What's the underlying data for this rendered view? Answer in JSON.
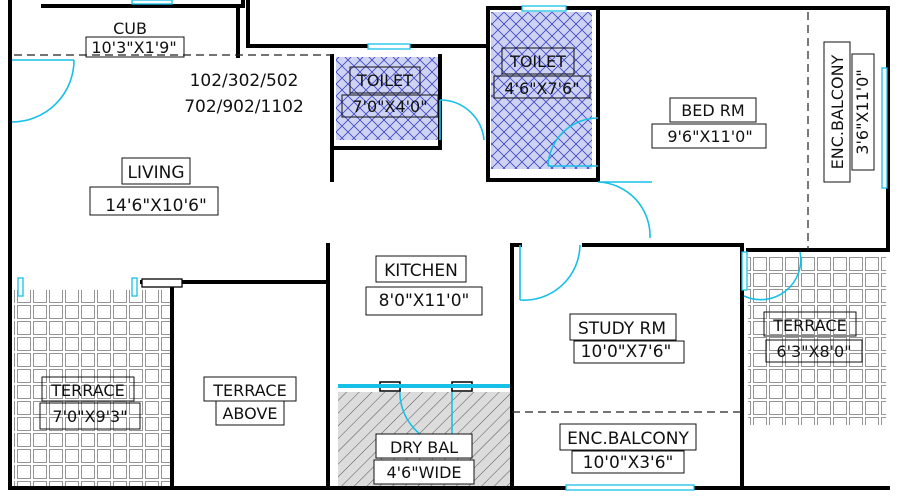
{
  "units_label": "102/302/502\n702/902/1102",
  "units_line1": "102/302/502",
  "units_line2": "702/902/1102",
  "rooms": {
    "cub": {
      "name": "CUB",
      "size": "10'3\"X1'9\""
    },
    "toilet1": {
      "name": "TOILET",
      "size": "7'0\"X4'0\""
    },
    "toilet2": {
      "name": "TOILET",
      "size": "4'6\"X7'6\""
    },
    "bed": {
      "name": "BED RM",
      "size": "9'6\"X11'0\""
    },
    "enc_balcony_side": {
      "name": "ENC.BALCONY",
      "size": "3'6\"X11'0\""
    },
    "living": {
      "name": "LIVING",
      "size": "14'6\"X10'6\""
    },
    "kitchen": {
      "name": "KITCHEN",
      "size": "8'0\"X11'0\""
    },
    "study": {
      "name": "STUDY RM",
      "size": "10'0\"X7'6\""
    },
    "terrace_right": {
      "name": "TERRACE",
      "size": "6'3\"X8'0\""
    },
    "terrace_left": {
      "name": "TERRACE",
      "size": "7'0\"X9'3\""
    },
    "terrace_above": {
      "name": "TERRACE",
      "size": "ABOVE"
    },
    "dry_bal": {
      "name": "DRY BAL",
      "size": "4'6\"WIDE"
    },
    "enc_balcony_bottom": {
      "name": "ENC.BALCONY",
      "size": "10'0\"X3'6\""
    }
  },
  "colors": {
    "wall": "#000000",
    "door_window": "#16c0e6",
    "toilet_hatch": "#3b46c8",
    "toilet_fill": "#cfd3f2",
    "terrace_grid": "#8a8a8a",
    "dry_hatch": "#555555"
  }
}
